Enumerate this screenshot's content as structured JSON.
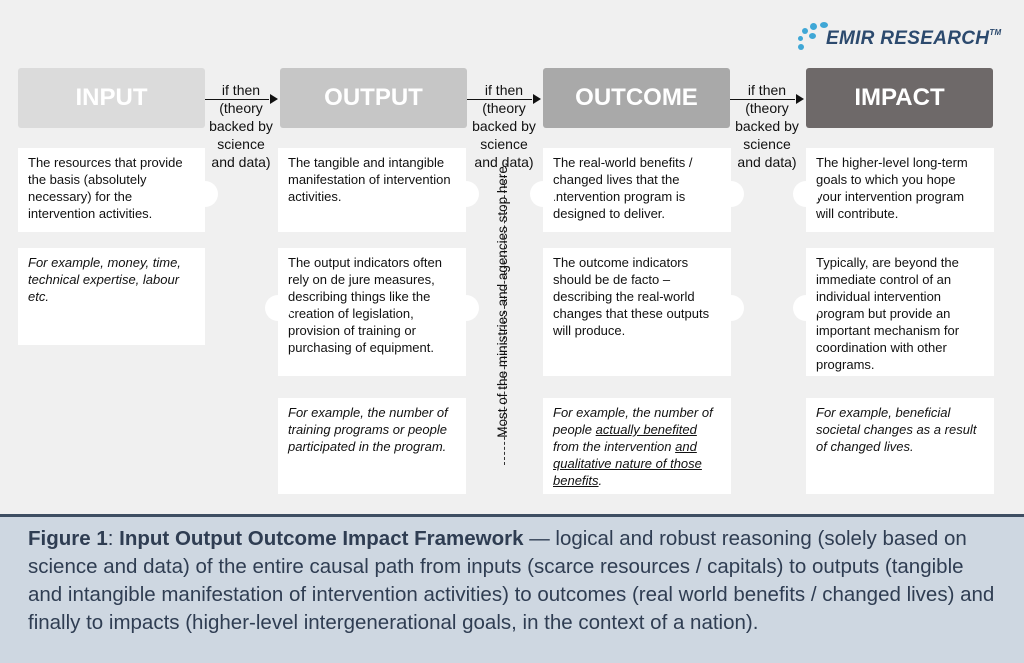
{
  "logo": {
    "text": "EMIR RESEARCH",
    "tm": "TM",
    "accent_color": "#3fa7d6",
    "text_color": "#2c4a6e"
  },
  "columns": [
    {
      "key": "input",
      "title": "INPUT",
      "color": "#dbdbdb",
      "description": "The resources that provide the basis (absolutely necessary) for the intervention activities.",
      "example": "For example, money, time, technical expertise, labour etc."
    },
    {
      "key": "output",
      "title": "OUTPUT",
      "color": "#c6c6c6",
      "description": "The tangible and intangible manifestation of intervention activities.",
      "indicators": "The output indicators often rely on de jure measures, describing things like the creation of legislation, provision of training or purchasing of equipment.",
      "example": "For example, the number of training programs or people participated in the program."
    },
    {
      "key": "outcome",
      "title": "OUTCOME",
      "color": "#a9a9a9",
      "description": "The real-world benefits / changed lives that the intervention program is designed to deliver.",
      "indicators": "The outcome indicators should be de facto – describing the real-world changes that these outputs will produce.",
      "example_parts": [
        "For example, the number of people ",
        "actually benefited",
        " from the intervention ",
        "and qualitative nature of those benefits",
        "."
      ]
    },
    {
      "key": "impact",
      "title": "IMPACT",
      "color": "#6e6969",
      "description": "The higher-level long-term goals to which you hope your intervention program will contribute.",
      "indicators": "Typically, are beyond the immediate control of an individual intervention program but provide an important   mechanism for coordination with other programs.",
      "example": "For example, beneficial societal changes as a result of changed lives."
    }
  ],
  "arrow_label": "if then (theory backed by science and data)",
  "boundary_note": "Most of the ministries and agencies stop here.",
  "caption": {
    "figure_label": "Figure 1",
    "separator": ": ",
    "title": "Input Output Outcome Impact Framework",
    "text": " — logical and robust reasoning (solely based on science and data) of the entire causal path from inputs (scarce resources / capitals) to outputs (tangible and intangible manifestation of intervention activities) to outcomes (real world benefits / changed lives) and finally to impacts (higher-level intergenerational goals, in the context of a nation).",
    "color": "#2f3d52",
    "background": "#ced7e1"
  }
}
